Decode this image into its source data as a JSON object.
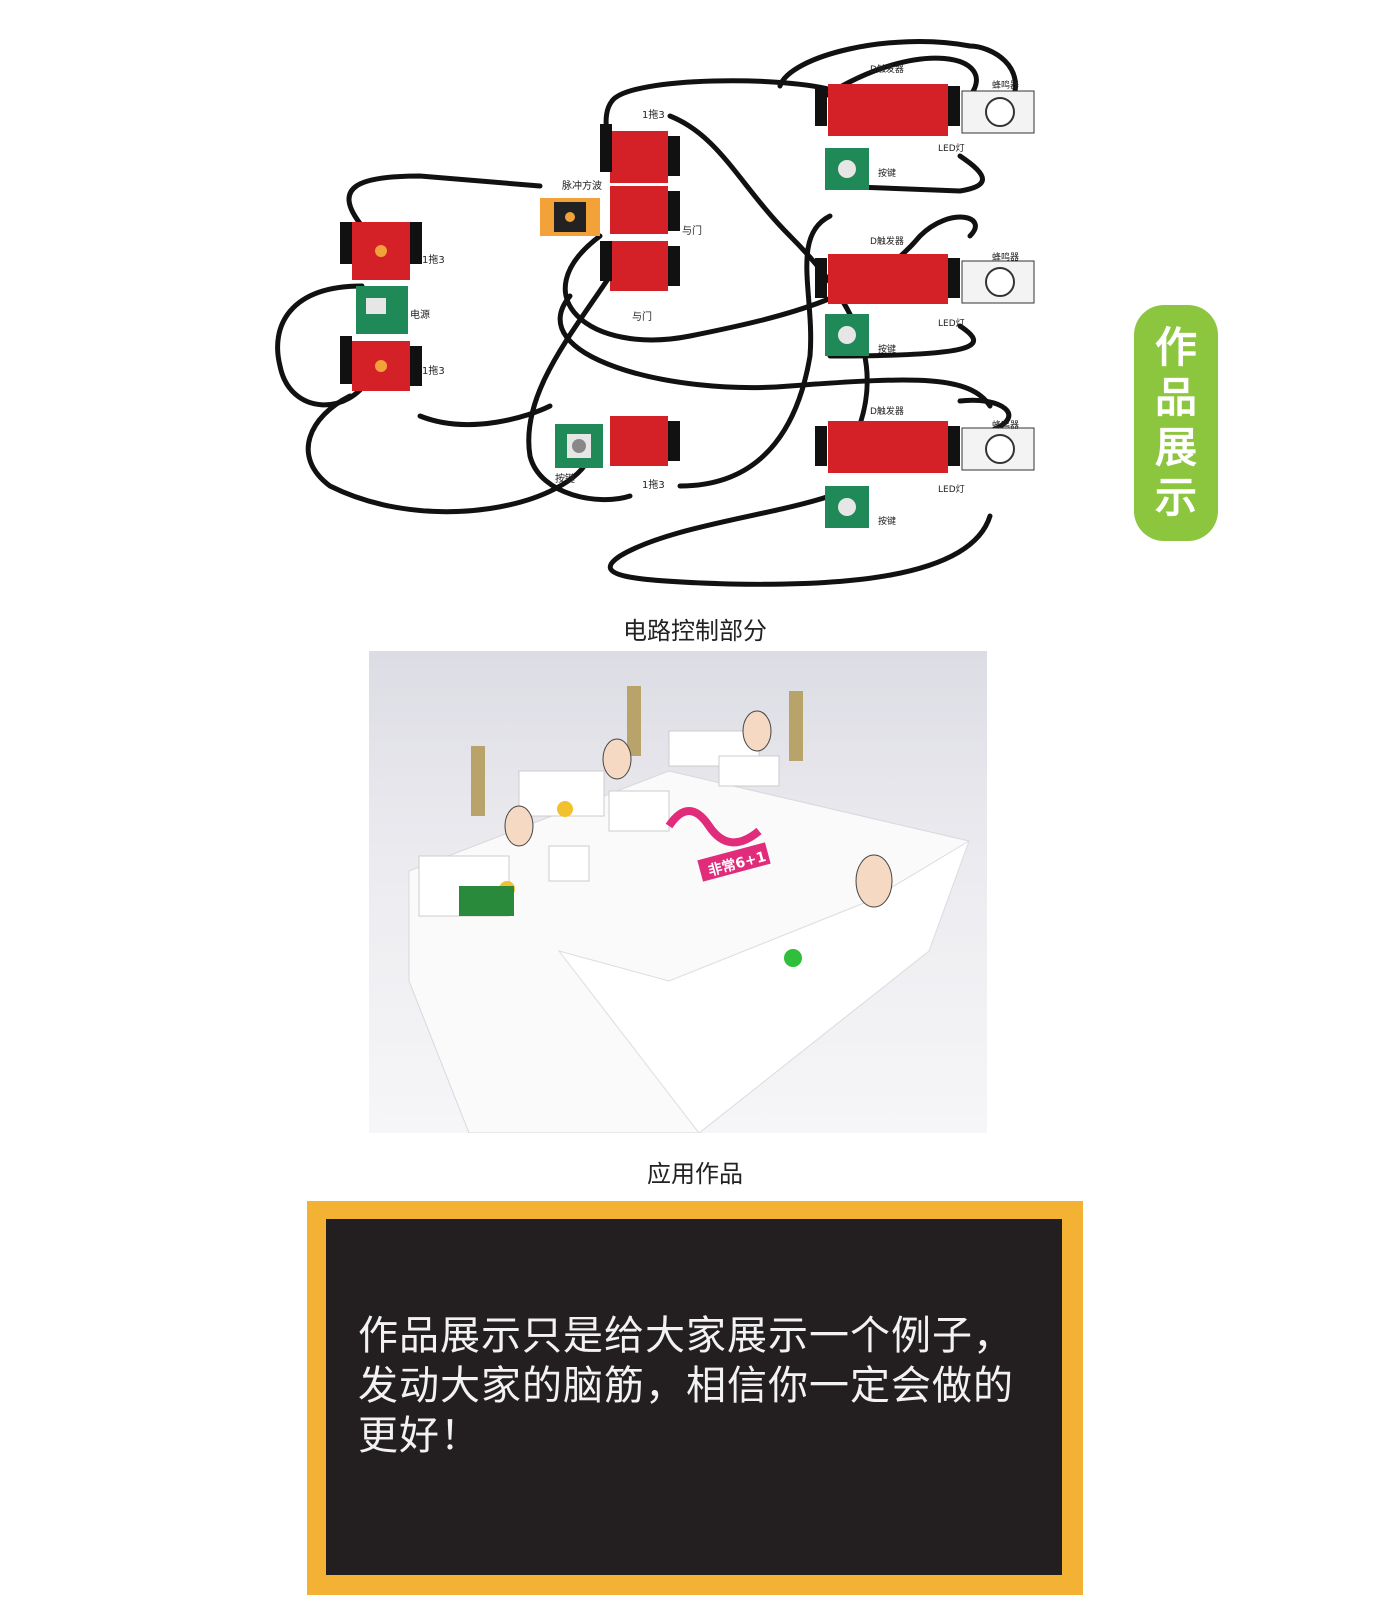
{
  "side_tab": {
    "chars": [
      "作",
      "品",
      "展",
      "示"
    ],
    "color": "#8cc63f"
  },
  "circuit": {
    "caption": "电路控制部分",
    "labels": {
      "pulse": "脉冲方波",
      "and_gate": "与门",
      "split3": "1拖3",
      "power": "电源",
      "d_trigger": "D触发器",
      "buzzer": "蜂鸣器",
      "led": "LED灯",
      "button": "按键"
    },
    "colors": {
      "board": "#d42027",
      "button": "#1f8a57",
      "header": "#f3a23a",
      "cable": "#111111"
    }
  },
  "photo": {
    "caption": "应用作品",
    "logo_text": "非常6+1"
  },
  "note": {
    "text": "作品展示只是给大家展示一个例子，发动大家的脑筋，相信你一定会做的更好！",
    "frame_color": "#f4b234",
    "board_color": "#231f20"
  }
}
